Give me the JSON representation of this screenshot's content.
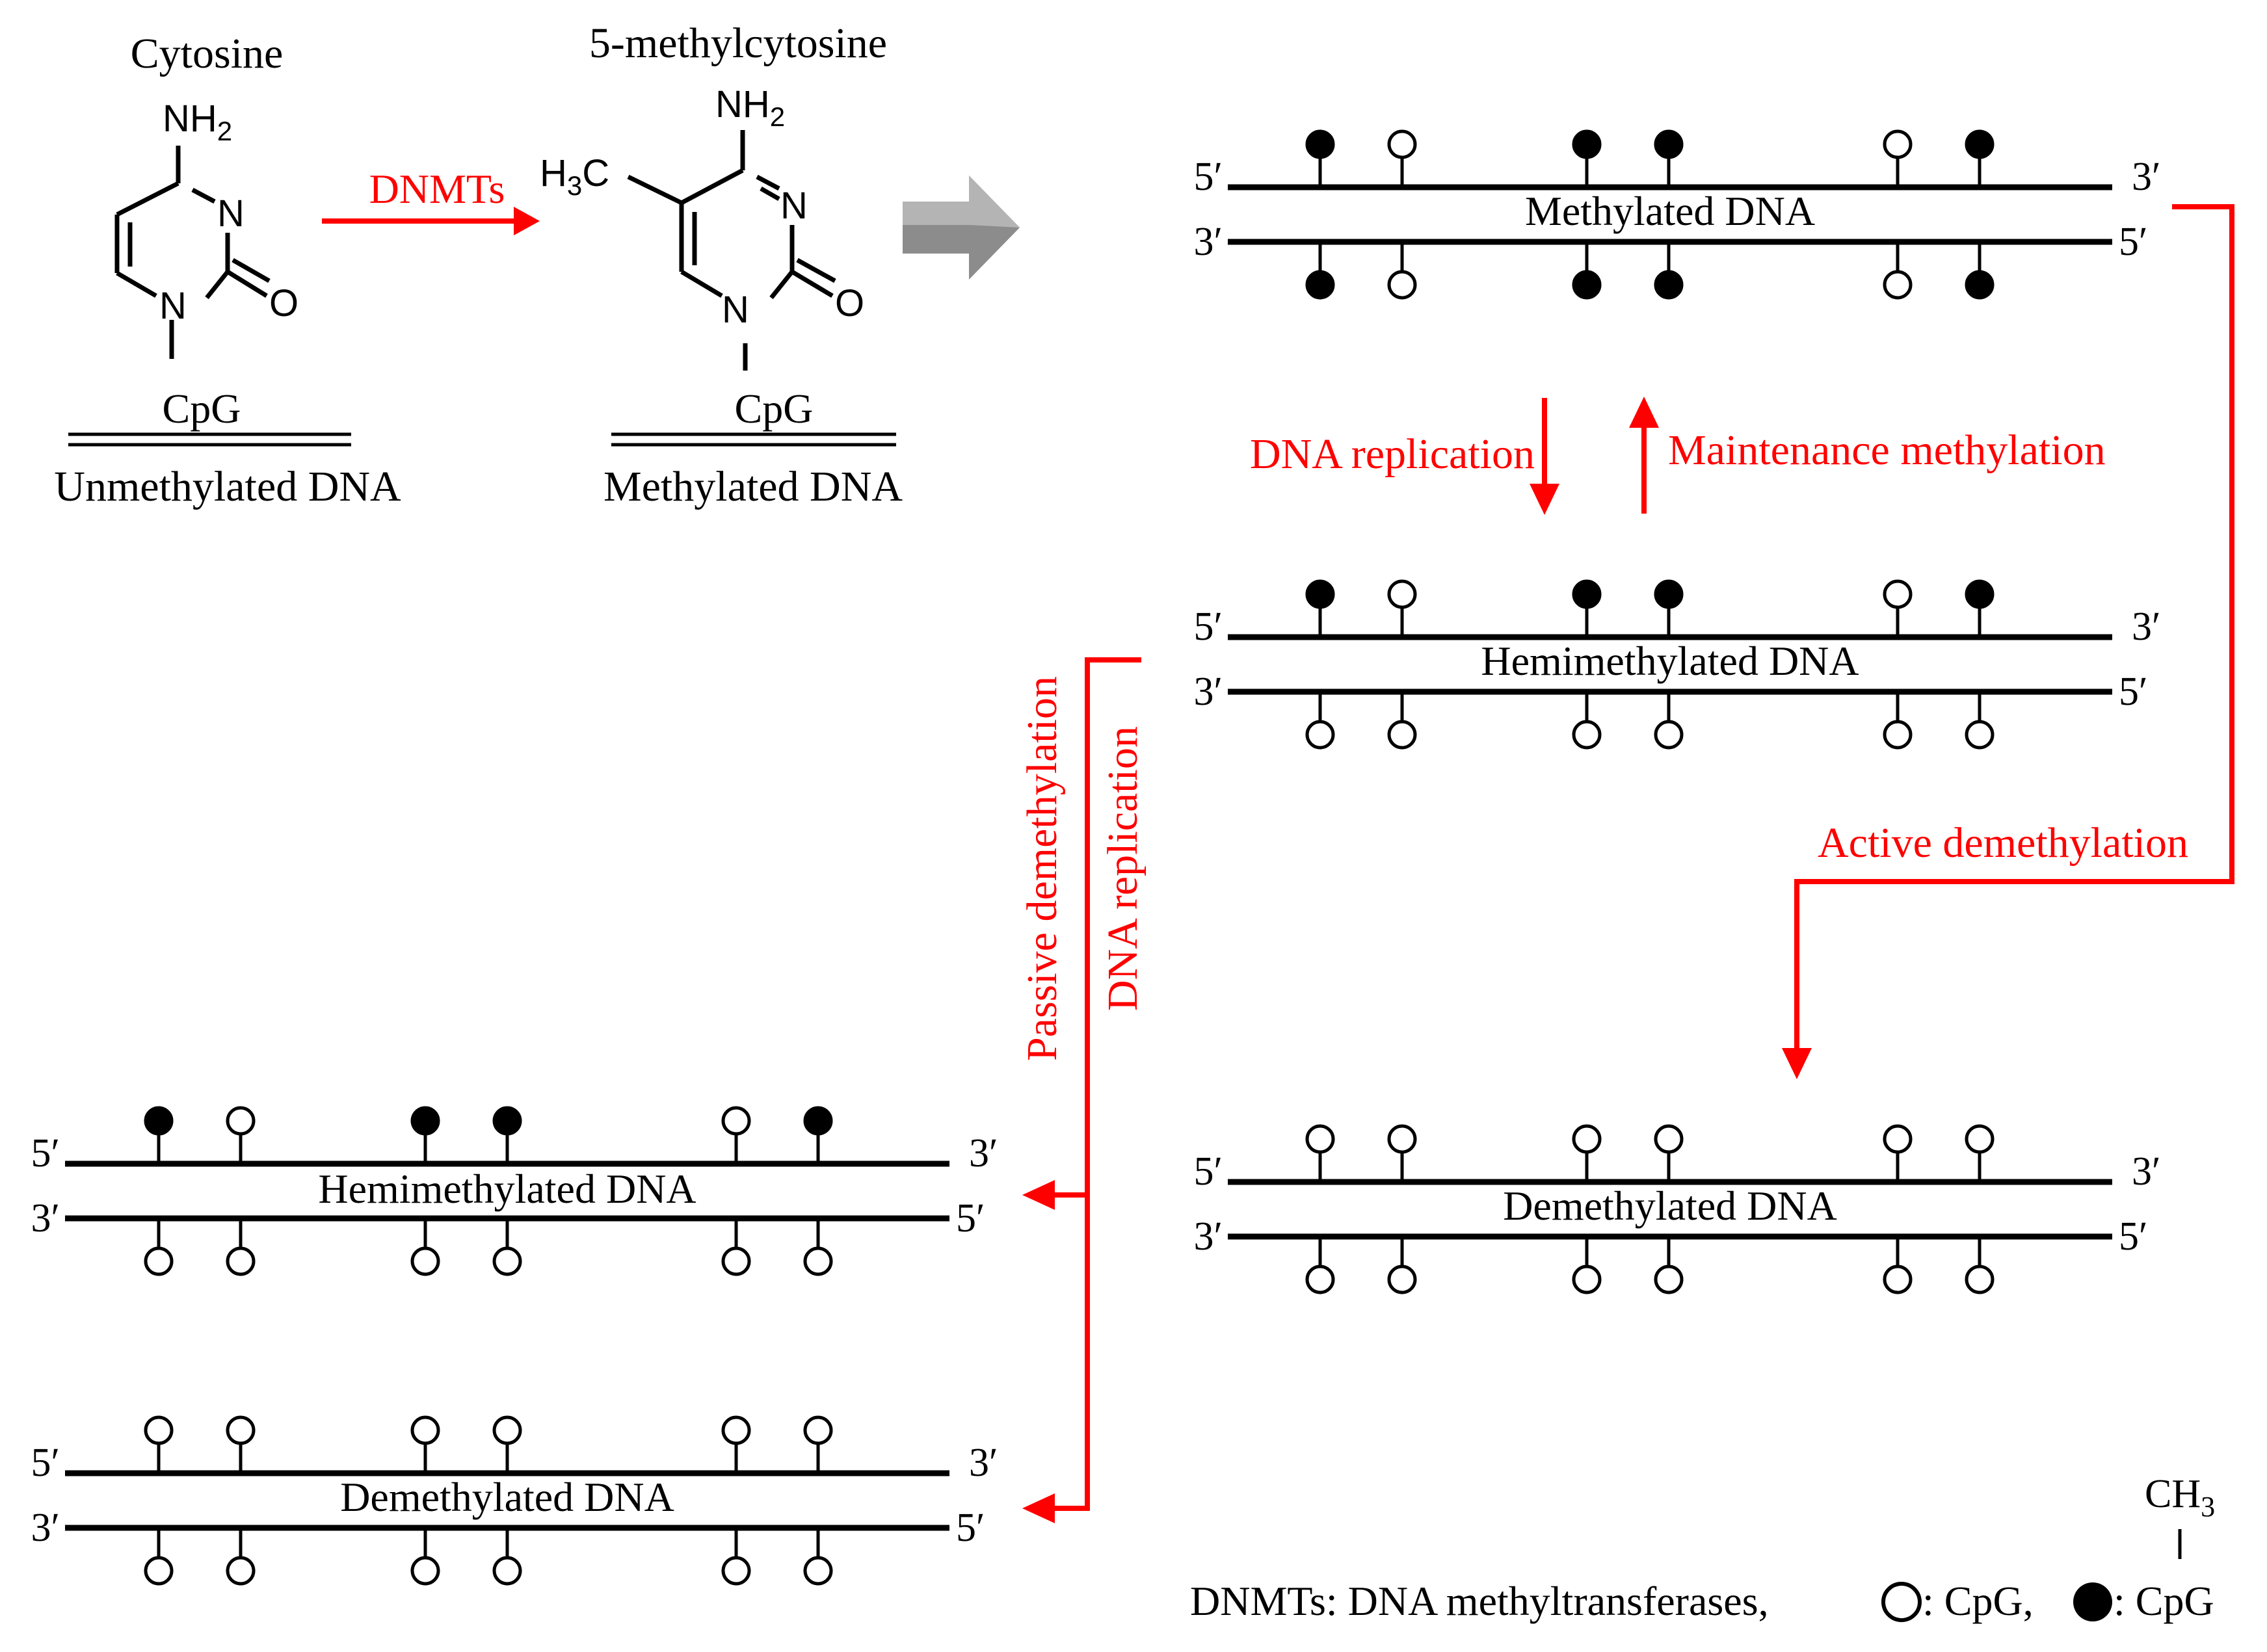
{
  "colors": {
    "ink": "#000000",
    "accent": "#ff0000",
    "grey_arrow": "#8c8c8c",
    "background": "#ffffff"
  },
  "chemistry": {
    "cytosine_title": "Cytosine",
    "methylcytosine_title": "5-methylcytosine",
    "nh2": "NH",
    "nh2_sub": "2",
    "ring_n": "N",
    "ring_o": "O",
    "h3c_h": "H",
    "h3c_sub": "3",
    "h3c_c": "C",
    "cpg": "CpG",
    "unmethylated_label": "Unmethylated DNA",
    "methylated_label": "Methylated DNA",
    "enzyme_label": "DNMTs"
  },
  "strand_labels": {
    "five": "5′",
    "three": "3′"
  },
  "duplexes": {
    "methylated": "Methylated DNA",
    "hemi_right": "Hemimethylated DNA",
    "demeth_right": "Demethylated DNA",
    "hemi_left": "Hemimethylated DNA",
    "demeth_left": "Demethylated DNA"
  },
  "methylation_patterns": {
    "methylated": {
      "top": [
        1,
        0,
        1,
        1,
        0,
        1
      ],
      "bottom": [
        1,
        0,
        1,
        1,
        0,
        1
      ]
    },
    "hemi_right": {
      "top": [
        1,
        0,
        1,
        1,
        0,
        1
      ],
      "bottom": [
        0,
        0,
        0,
        0,
        0,
        0
      ]
    },
    "demeth_right": {
      "top": [
        0,
        0,
        0,
        0,
        0,
        0
      ],
      "bottom": [
        0,
        0,
        0,
        0,
        0,
        0
      ]
    },
    "hemi_left": {
      "top": [
        1,
        0,
        1,
        1,
        0,
        1
      ],
      "bottom": [
        0,
        0,
        0,
        0,
        0,
        0
      ]
    },
    "demeth_left": {
      "top": [
        0,
        0,
        0,
        0,
        0,
        0
      ],
      "bottom": [
        0,
        0,
        0,
        0,
        0,
        0
      ]
    }
  },
  "processes": {
    "dna_replication": "DNA replication",
    "maintenance": "Maintenance methylation",
    "active": "Active demethylation",
    "passive": "Passive demethylation",
    "passive_replication": "DNA replication"
  },
  "legend": {
    "definition": "DNMTs: DNA methyltransferases,",
    "open_cpg": ": CpG,",
    "filled_cpg": ": CpG",
    "ch3_c": "CH",
    "ch3_sub": "3"
  }
}
